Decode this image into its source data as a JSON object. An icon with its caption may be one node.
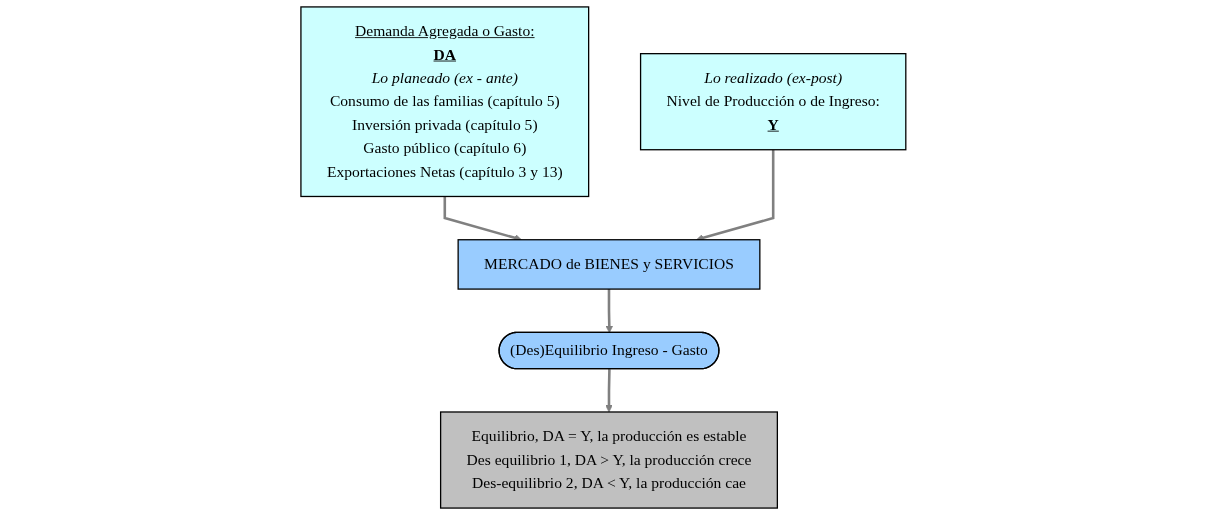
{
  "diagram": {
    "nodes": [
      {
        "text": [
          "Demanda Agregada o Gasto:",
          "DA",
          "Lo planeado (ex - ante)",
          "Consumo de las familias (capítulo 5)",
          "Inversión privada (capítulo 5)",
          "Gasto público (capítulo 6)",
          "Exportaciones Netas (capítulo 3 y 13)"
        ]
      },
      {
        "text": [
          "MERCADO de BIENES y SERVICIOS"
        ]
      },
      {
        "text": [
          "(Des)Equilibrio Ingreso - Gasto"
        ]
      },
      {
        "text": [
          "Lo realizado (ex-post)",
          "Nivel de Producción o de Ingreso:",
          "Y"
        ]
      },
      {
        "text": [
          "Equilibrio, DA = Y, la producción es estable",
          "Des equilibrio 1, DA > Y, la producción crece",
          "Des-equilibrio 2, DA < Y, la producción cae"
        ]
      }
    ],
    "edges": [
      {
        "from": 0,
        "to": 1,
        "arrow": "to"
      },
      {
        "from": 1,
        "to": 2,
        "arrow": "to"
      },
      {
        "from": 3,
        "to": 1,
        "arrow": "to"
      },
      {
        "from": 2,
        "to": 4,
        "arrow": "to"
      }
    ]
  }
}
